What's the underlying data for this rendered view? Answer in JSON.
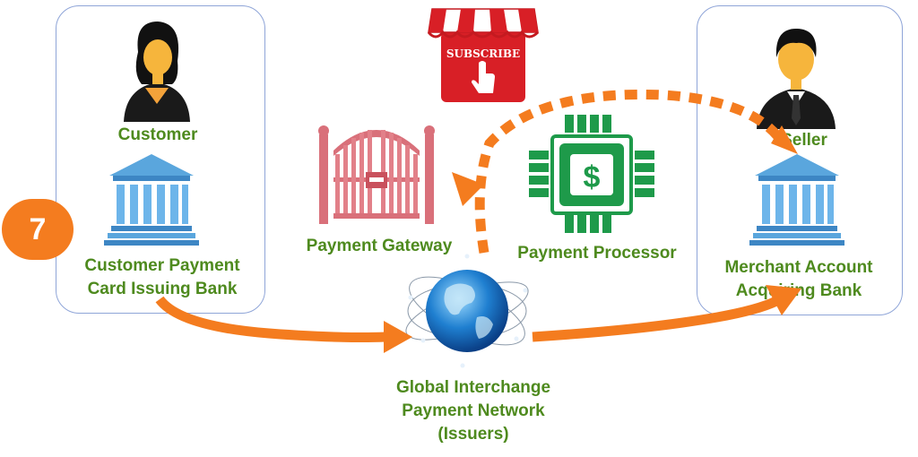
{
  "step": {
    "number": "7"
  },
  "customer": {
    "label": "Customer"
  },
  "issuing_bank": {
    "line1": "Customer Payment",
    "line2": "Card  Issuing Bank"
  },
  "gateway": {
    "label": "Payment Gateway"
  },
  "processor": {
    "label": "Payment Processor",
    "symbol": "$"
  },
  "subscribe": {
    "label": "SUBSCRIBE"
  },
  "seller": {
    "label": "Seller"
  },
  "acquiring_bank": {
    "line1": "Merchant Account",
    "line2": "Acquiring Bank"
  },
  "network": {
    "line1": "Global  Interchange",
    "line2": "Payment Network",
    "line3": "(Issuers)"
  },
  "colors": {
    "accent": "#f47c1f",
    "label_green": "#4e8a1e",
    "icon_green": "#1e9a4a",
    "bank_blue": "#5aa6dd",
    "gate_red": "#d9707a"
  }
}
